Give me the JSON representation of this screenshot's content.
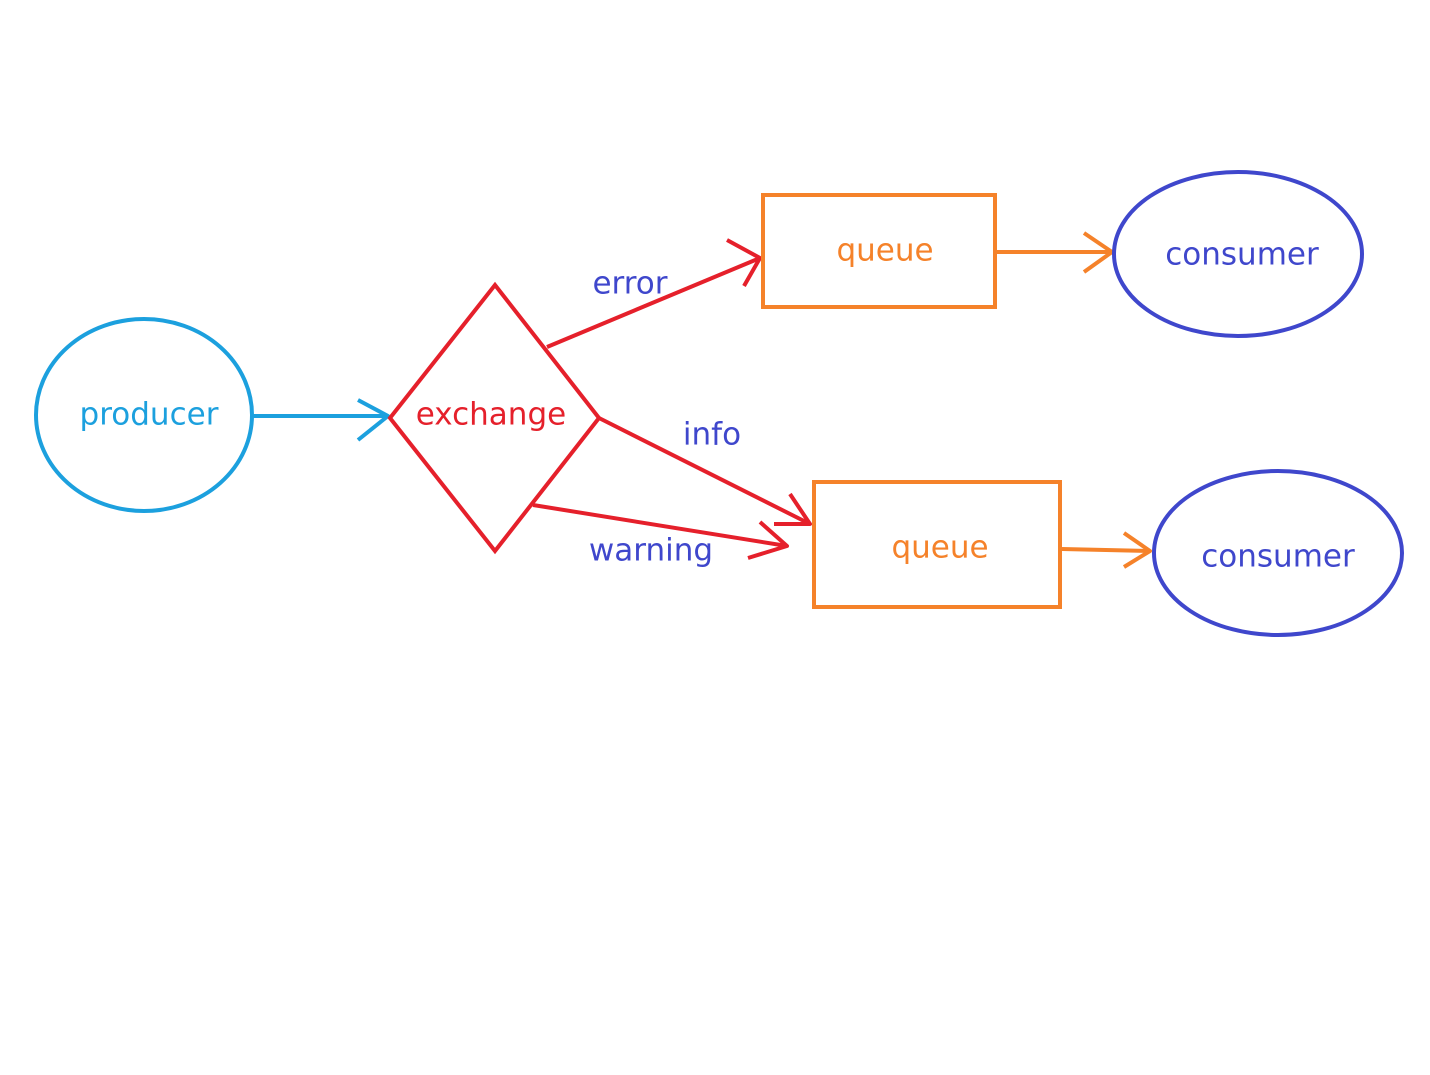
{
  "colors": {
    "producer": "#1ca0de",
    "exchange": "#e5202b",
    "queue": "#f5822a",
    "consumer": "#3f47cc",
    "routing_key": "#3f47cc",
    "background": "#ffffff"
  },
  "nodes": {
    "producer": {
      "label": "producer"
    },
    "exchange": {
      "label": "exchange"
    },
    "queue_top": {
      "label": "queue"
    },
    "queue_bottom": {
      "label": "queue"
    },
    "consumer_top": {
      "label": "consumer"
    },
    "consumer_bottom": {
      "label": "consumer"
    }
  },
  "routing_keys": {
    "error": "error",
    "info": "info",
    "warning": "warning"
  },
  "edges": [
    {
      "from": "producer",
      "to": "exchange"
    },
    {
      "from": "exchange",
      "to": "queue_top",
      "routing_key": "error"
    },
    {
      "from": "exchange",
      "to": "queue_bottom",
      "routing_key": "info"
    },
    {
      "from": "exchange",
      "to": "queue_bottom",
      "routing_key": "warning"
    },
    {
      "from": "queue_top",
      "to": "consumer_top"
    },
    {
      "from": "queue_bottom",
      "to": "consumer_bottom"
    }
  ]
}
